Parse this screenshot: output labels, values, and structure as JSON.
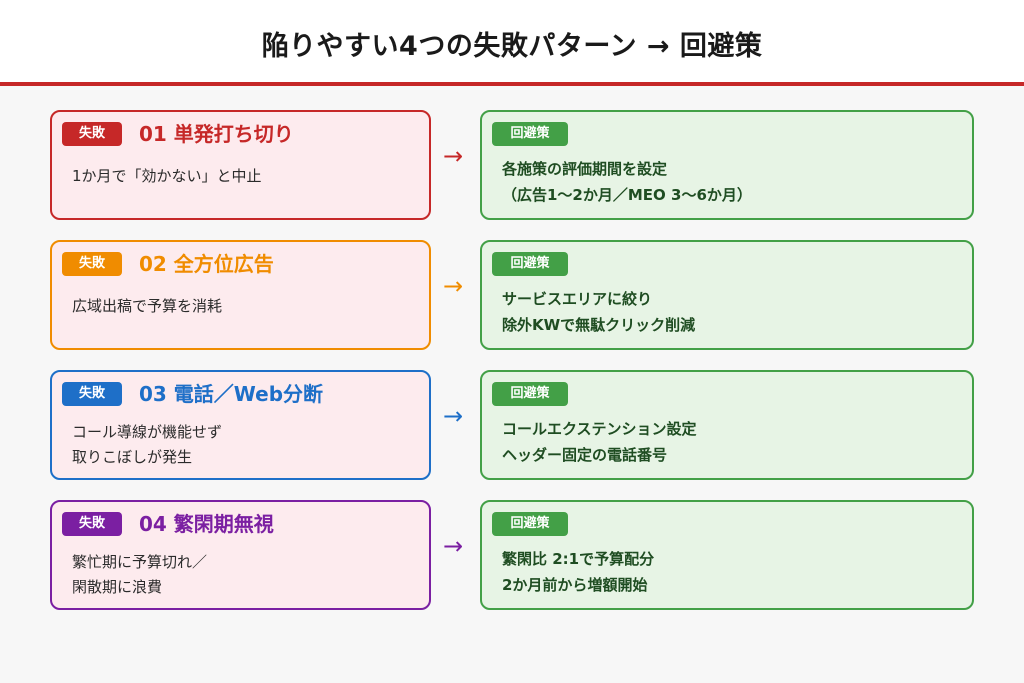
{
  "header": {
    "title": "陥りやすい4つの失敗パターン → 回避策"
  },
  "rows": [
    {
      "color": "#c62828",
      "fail_tag": "失敗",
      "fail_title": "01 単発打ち切り",
      "fail_desc": [
        "1か月で「効かない」と中止"
      ],
      "arrow": "→",
      "fix_tag": "回避策",
      "fix_lines": [
        "各施策の評価期間を設定",
        "（広告1〜2か月／MEO 3〜6か月）"
      ]
    },
    {
      "color": "#f08c00",
      "fail_tag": "失敗",
      "fail_title": "02 全方位広告",
      "fail_desc": [
        "広域出稿で予算を消耗"
      ],
      "arrow": "→",
      "fix_tag": "回避策",
      "fix_lines": [
        "サービスエリアに絞り",
        "除外KWで無駄クリック削減"
      ]
    },
    {
      "color": "#1e6fc8",
      "fail_tag": "失敗",
      "fail_title": "03 電話／Web分断",
      "fail_desc": [
        "コール導線が機能せず",
        "取りこぼしが発生"
      ],
      "arrow": "→",
      "fix_tag": "回避策",
      "fix_lines": [
        "コールエクステンション設定",
        "ヘッダー固定の電話番号"
      ]
    },
    {
      "color": "#7b1fa2",
      "fail_tag": "失敗",
      "fail_title": "04 繁閑期無視",
      "fail_desc": [
        "繁忙期に予算切れ／",
        "閑散期に浪費"
      ],
      "arrow": "→",
      "fix_tag": "回避策",
      "fix_lines": [
        "繁閑比 2:1で予算配分",
        "2か月前から増額開始"
      ]
    }
  ]
}
